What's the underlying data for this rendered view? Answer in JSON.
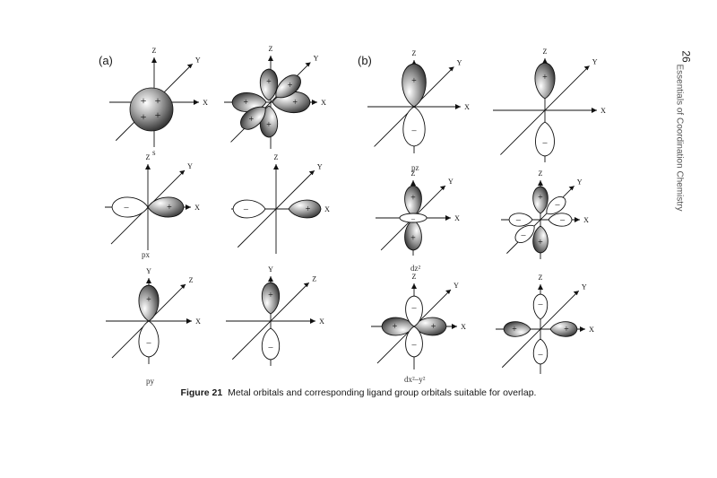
{
  "page": {
    "page_number": "26",
    "running_header": "Essentials of Coordination Chemistry"
  },
  "panels": {
    "a_label": "(a)",
    "b_label": "(b)"
  },
  "sublabels": {
    "s": "s",
    "px": "px",
    "py": "py",
    "pz": "pz",
    "dz2": "dz²",
    "dx2y2": "dx²–y²"
  },
  "caption": {
    "label": "Figure 21",
    "text": "Metal orbitals and corresponding ligand group orbitals suitable for overlap."
  },
  "axis_letters": {
    "x": "X",
    "y": "Y",
    "z": "Z"
  },
  "signs": {
    "plus": "+",
    "minus": "–"
  },
  "colors": {
    "lobe_shaded": "#8a8a8a",
    "lobe_light": "#ffffff",
    "stroke": "#111111"
  }
}
